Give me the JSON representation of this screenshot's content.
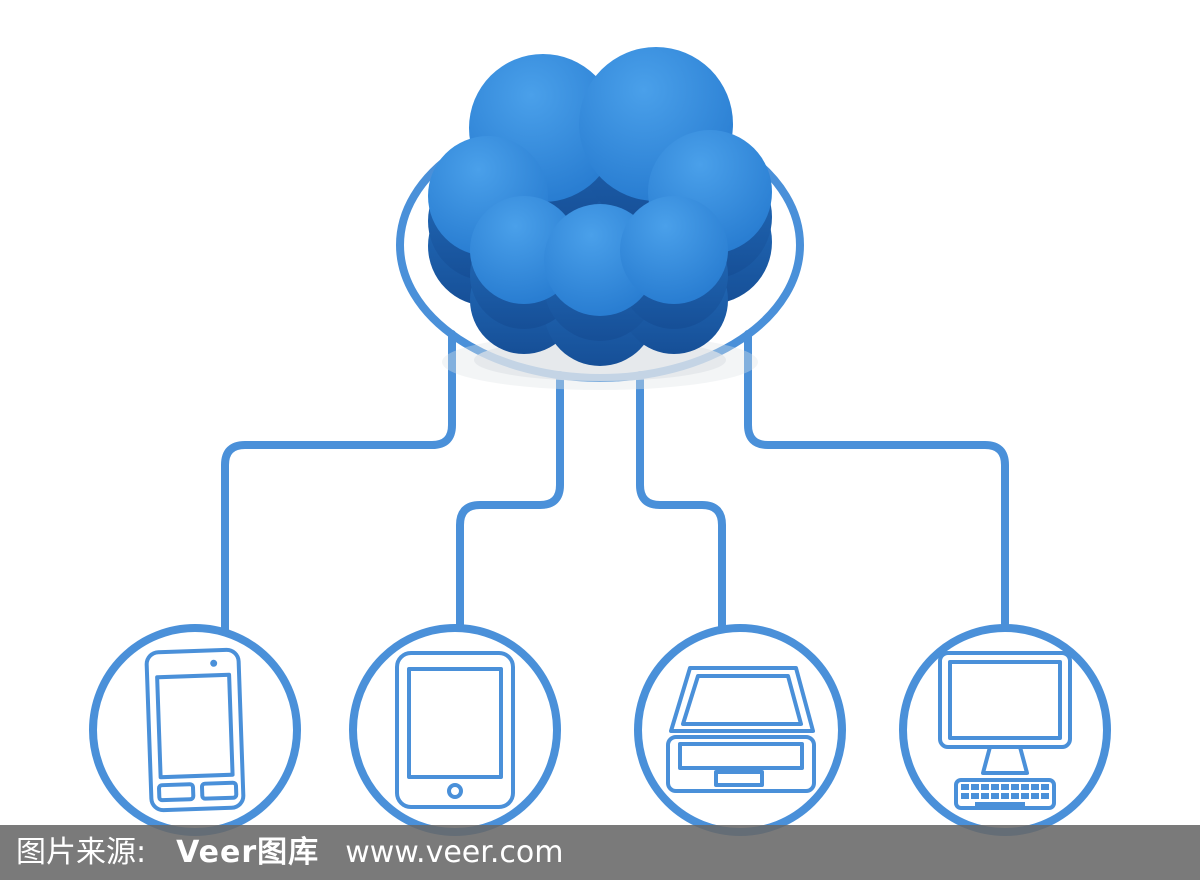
{
  "diagram": {
    "type": "cloud-computing-network",
    "hub": {
      "icon": "cloud-icon"
    },
    "nodes": [
      {
        "icon": "smartphone-icon"
      },
      {
        "icon": "tablet-icon"
      },
      {
        "icon": "laptop-icon"
      },
      {
        "icon": "desktop-computer-icon"
      }
    ],
    "colors": {
      "background": "#ffffff",
      "line": "#4a90d9",
      "cloud_top": "#2377cd",
      "cloud_top_light": "#4aa0ea",
      "cloud_side": "#2470bf",
      "cloud_side_dark": "#164f97",
      "shadow": "#dfe4e8"
    }
  },
  "watermark": {
    "source_label": "图片来源:",
    "brand": "Veer图库",
    "url": "www.veer.com",
    "bar_color": "rgba(104,104,104,0.88)",
    "text_color": "#ffffff"
  }
}
